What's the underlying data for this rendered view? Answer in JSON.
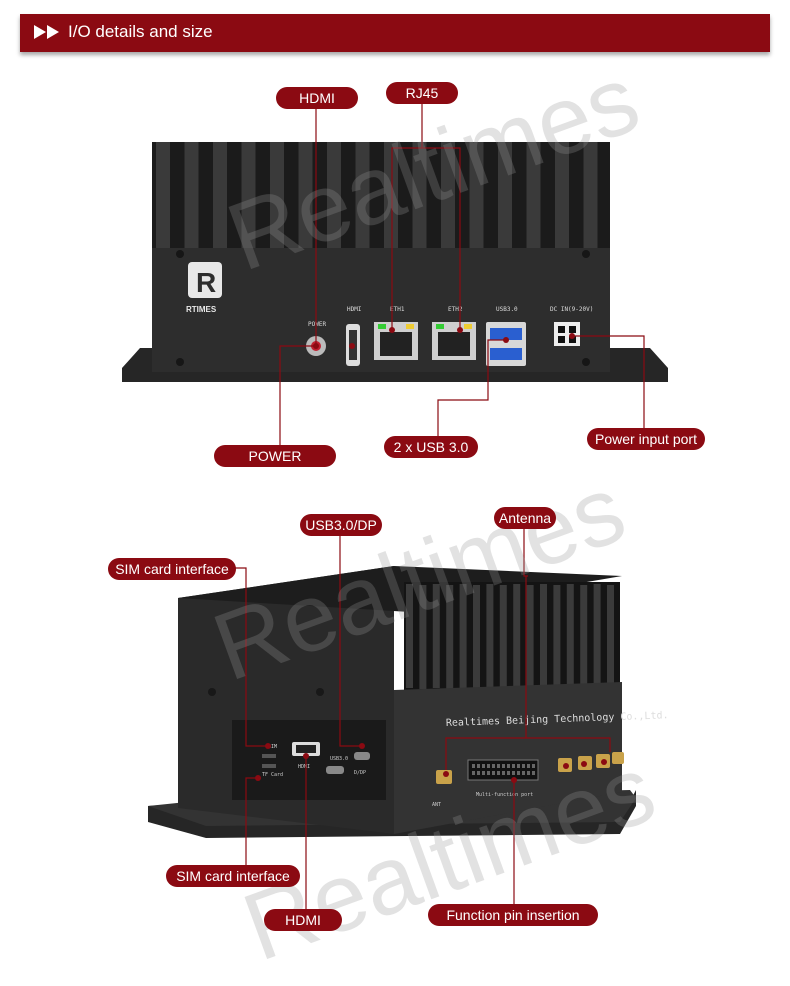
{
  "header": {
    "title": "I/O details and size"
  },
  "watermark": {
    "text": "Realtimes"
  },
  "top_device": {
    "brand": "RTIMES",
    "ports": {
      "power": "POWER",
      "hdmi": "HDMI",
      "eth1": "ETH1",
      "eth2": "ETH2",
      "usb3": "USB3.0",
      "dc_in": "DC IN(9-20V)"
    }
  },
  "top_labels": {
    "hdmi": "HDMI",
    "rj45": "RJ45",
    "power": "POWER",
    "usb": "2 x USB 3.0",
    "power_input": "Power input port"
  },
  "bottom_device": {
    "company": "Realtimes Beijing Technology Co.,Ltd.",
    "ports": {
      "sim": "SIM",
      "tf": "TF Card",
      "hdmi": "HDMI",
      "usb": "USB3.0",
      "dp": "D/DP",
      "ant": "ANT",
      "multi": "Multi-function port"
    }
  },
  "bottom_labels": {
    "usb_dp": "USB3.0/DP",
    "antenna": "Antenna",
    "sim_top": "SIM card interface",
    "sim_bottom": "SIM card interface",
    "hdmi": "HDMI",
    "function_pin": "Function pin insertion"
  },
  "colors": {
    "accent": "#8b0a12",
    "device": "#2a2a2a",
    "leader_line": "#8b0a12"
  }
}
